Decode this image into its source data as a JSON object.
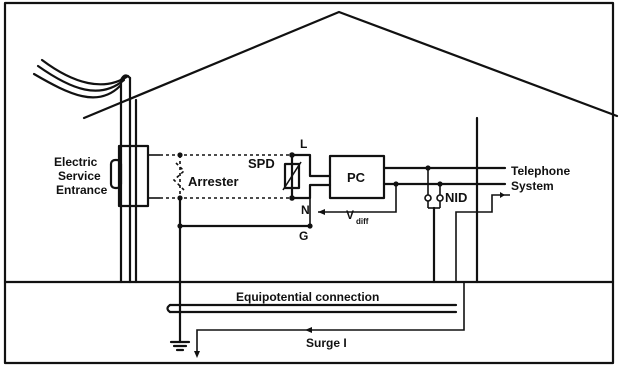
{
  "diagram": {
    "labels": {
      "electric_service_entrance": [
        "Electric",
        "Service",
        "Entrance"
      ],
      "arrester": "Arrester",
      "spd": "SPD",
      "line": "L",
      "neutral": "N",
      "ground": "G",
      "pc": "PC",
      "vdiff_main": "V",
      "vdiff_sub": "diff",
      "telephone_system": [
        "Telephone",
        "System"
      ],
      "nid": "NID",
      "equipotential_connection": "Equipotential connection",
      "surge_current": "Surge I"
    }
  }
}
